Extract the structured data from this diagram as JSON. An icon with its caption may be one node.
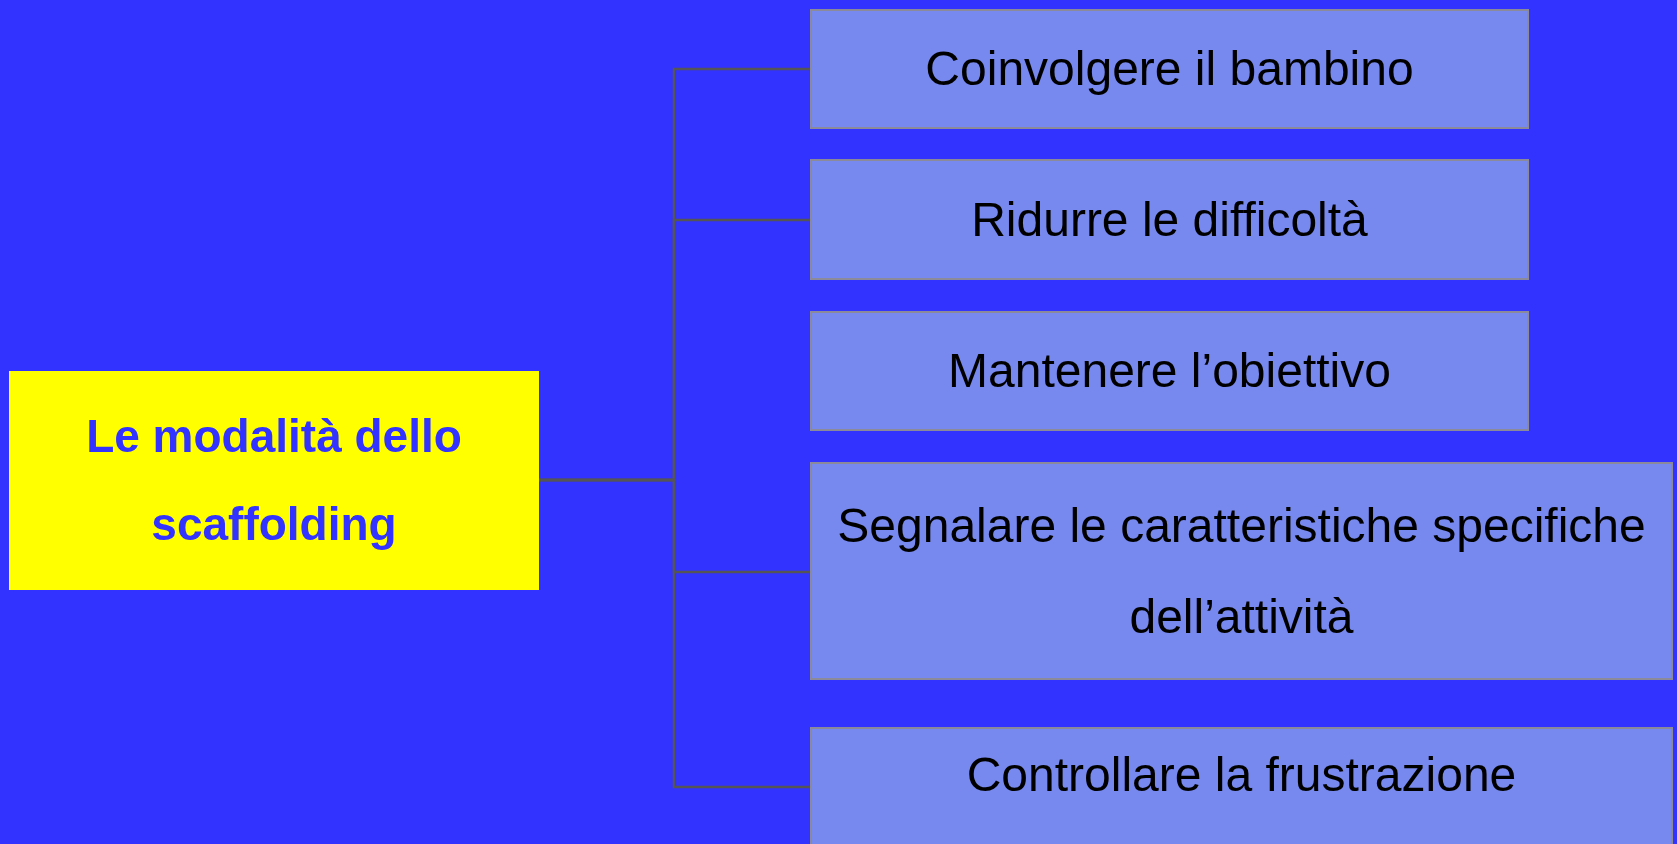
{
  "diagram": {
    "nodes": [
      {
        "text": [
          "Le modalità dello scaffolding"
        ]
      },
      {
        "text": [
          "Coinvolgere il bambino"
        ]
      },
      {
        "text": [
          "Ridurre le difficoltà"
        ]
      },
      {
        "text": [
          "Mantenere l’obiettivo"
        ]
      },
      {
        "text": [
          "Segnalare le caratteristiche specifiche dell’attività"
        ]
      },
      {
        "text": [
          "Controllare la frustrazione"
        ]
      }
    ],
    "edges": [
      {
        "from": 0,
        "to": 1,
        "arrow": "none"
      },
      {
        "from": 0,
        "to": 2,
        "arrow": "none"
      },
      {
        "from": 0,
        "to": 4,
        "arrow": "none"
      },
      {
        "from": 0,
        "to": 5,
        "arrow": "none"
      }
    ]
  }
}
